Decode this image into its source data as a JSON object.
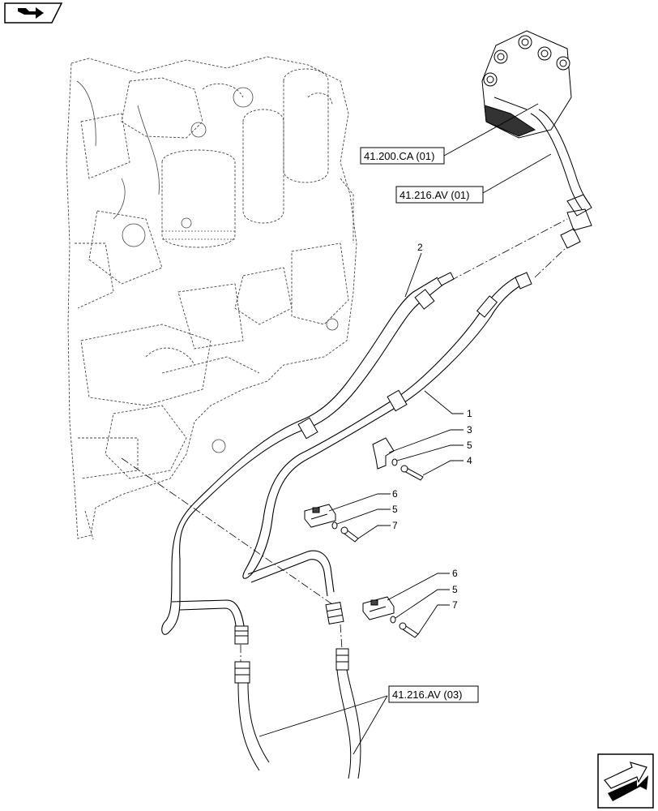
{
  "references": {
    "valve_block": "41.200.CA (01)",
    "upper_pipes": "41.216.AV (01)",
    "lower_hoses": "41.216.AV (03)"
  },
  "callouts": {
    "pipe_1": "1",
    "pipe_2": "2",
    "bracket_3": "3",
    "washer_5a": "5",
    "bolt_4": "4",
    "clamp_6a": "6",
    "washer_5b": "5",
    "bolt_7a": "7",
    "clamp_6b": "6",
    "washer_5c": "5",
    "bolt_7b": "7"
  },
  "icons": {
    "top_left": "book-arrow-icon",
    "bottom_right": "next-page-arrow-icon"
  }
}
